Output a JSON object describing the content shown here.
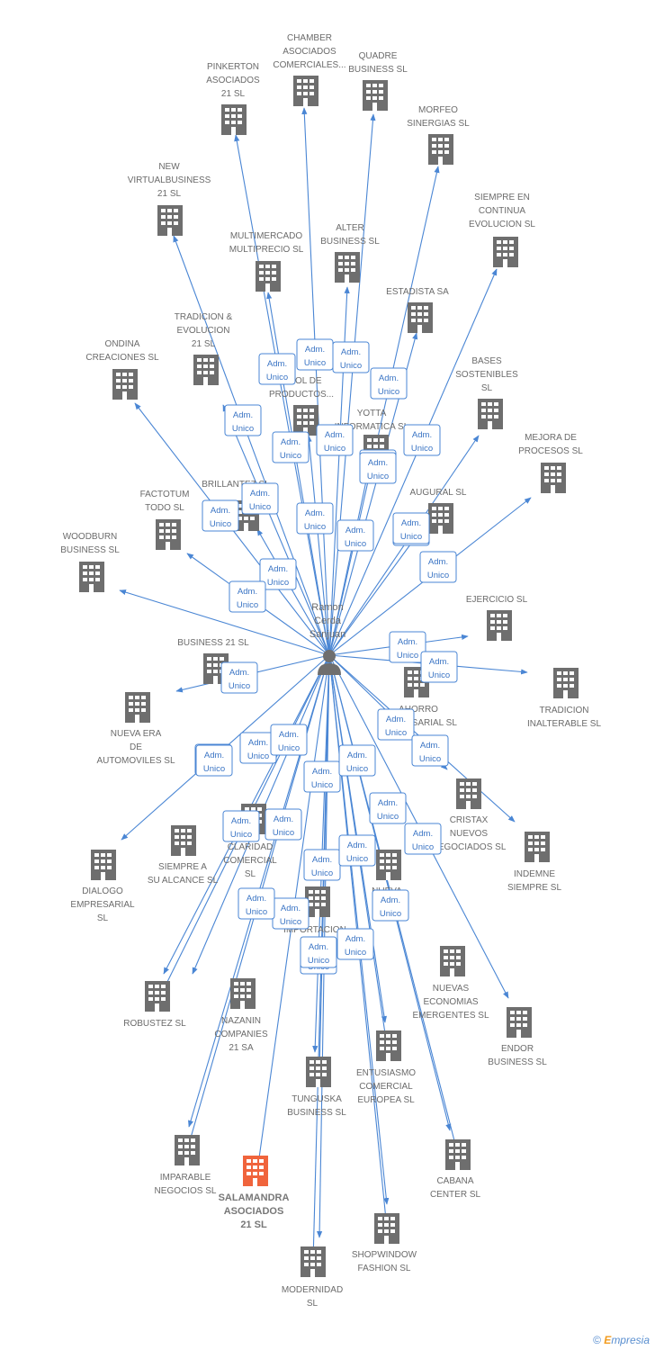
{
  "center": {
    "id": "person",
    "label": [
      "Ramon",
      "Cerda",
      "Sanjuan"
    ]
  },
  "badge": {
    "line1": "Adm.",
    "line2": "Unico"
  },
  "footer": {
    "copyright": "©",
    "brand_e": "E",
    "brand_rest": "mpresia"
  },
  "colors": {
    "edge": "#4a86d4",
    "building": "#6e6e6e",
    "highlight": "#f0643c"
  },
  "companies": [
    {
      "id": "c1",
      "label": [
        "PINKERTON",
        "ASOCIADOS",
        "21 SL"
      ]
    },
    {
      "id": "c2",
      "label": [
        "CHAMBER",
        "ASOCIADOS",
        "COMERCIALES..."
      ]
    },
    {
      "id": "c3",
      "label": [
        "QUADRE",
        "BUSINESS SL"
      ]
    },
    {
      "id": "c4",
      "label": [
        "MORFEO",
        "SINERGIAS SL"
      ]
    },
    {
      "id": "c5",
      "label": [
        "NEW",
        "VIRTUALBUSINESS",
        "21 SL"
      ]
    },
    {
      "id": "c6",
      "label": [
        "SIEMPRE EN",
        "CONTINUA",
        "EVOLUCION SL"
      ]
    },
    {
      "id": "c7",
      "label": [
        "MULTIMERCADO",
        "MULTIPRECIO SL"
      ]
    },
    {
      "id": "c8",
      "label": [
        "ALTER",
        "BUSINESS SL"
      ]
    },
    {
      "id": "c9",
      "label": [
        "ESTADISTA SA"
      ]
    },
    {
      "id": "c10",
      "label": [
        "TRADICION &",
        "EVOLUCION",
        "21 SL"
      ]
    },
    {
      "id": "c11",
      "label": [
        "ONDINA",
        "CREACIONES SL"
      ]
    },
    {
      "id": "c12",
      "label": [
        "...ÑOL DE",
        "PRODUCTOS..."
      ]
    },
    {
      "id": "c13",
      "label": [
        "BASES",
        "SOSTENIBLES",
        "SL"
      ]
    },
    {
      "id": "c14",
      "label": [
        "YOTTA",
        "INFORMATICA SL"
      ]
    },
    {
      "id": "c15",
      "label": [
        "MEJORA DE",
        "PROCESOS SL"
      ]
    },
    {
      "id": "c16",
      "label": [
        "BRILLANTEZ SL"
      ]
    },
    {
      "id": "c17",
      "label": [
        "FACTOTUM",
        "TODO SL"
      ]
    },
    {
      "id": "c18",
      "label": [
        "AUGURAL SL"
      ]
    },
    {
      "id": "c19",
      "label": [
        "WOODBURN",
        "BUSINESS SL"
      ]
    },
    {
      "id": "c20",
      "label": [
        "EJERCICIO SL"
      ]
    },
    {
      "id": "c21",
      "label": [
        "BUSINESS 21 SL"
      ]
    },
    {
      "id": "c22",
      "label": [
        "TRADICION",
        "INALTERABLE SL"
      ]
    },
    {
      "id": "c23",
      "label": [
        "AHORRO",
        "EMPRESARIAL SL"
      ]
    },
    {
      "id": "c24",
      "label": [
        "NUEVA ERA",
        "DE",
        "AUTOMOVILES SL"
      ]
    },
    {
      "id": "c25",
      "label": [
        "CRISTAX",
        "NUEVOS",
        "NEGOCIADOS SL"
      ]
    },
    {
      "id": "c26",
      "label": [
        "INDEMNE",
        "SIEMPRE SL"
      ]
    },
    {
      "id": "c27",
      "label": [
        "CLARIDAD",
        "COMERCIAL",
        "SL"
      ]
    },
    {
      "id": "c28",
      "label": [
        "SIEMPRE A",
        "SU ALCANCE SL"
      ]
    },
    {
      "id": "c29",
      "label": [
        "DIALOGO",
        "EMPRESARIAL",
        "SL"
      ]
    },
    {
      "id": "c30",
      "label": [
        "NUEVA",
        "C...",
        "PRO..."
      ]
    },
    {
      "id": "c31",
      "label": [
        "IMPORTACION",
        "DE",
        "PRO..."
      ]
    },
    {
      "id": "c32",
      "label": [
        "NUEVAS",
        "ECONOMIAS",
        "EMERGENTES SL"
      ]
    },
    {
      "id": "c33",
      "label": [
        "ROBUSTEZ SL"
      ]
    },
    {
      "id": "c34",
      "label": [
        "NAZANIN",
        "COMPANIES",
        "21 SA"
      ]
    },
    {
      "id": "c35",
      "label": [
        "ENDOR",
        "BUSINESS SL"
      ]
    },
    {
      "id": "c36",
      "label": [
        "ENTUSIASMO",
        "COMERCIAL",
        "EUROPEA SL"
      ]
    },
    {
      "id": "c37",
      "label": [
        "TUNGUSKA",
        "BUSINESS SL"
      ]
    },
    {
      "id": "c38",
      "label": [
        "CABANA",
        "CENTER SL"
      ]
    },
    {
      "id": "c39",
      "label": [
        "IMPARABLE",
        "NEGOCIOS SL"
      ]
    },
    {
      "id": "c40",
      "label": [
        "SALAMANDRA",
        "ASOCIADOS",
        "21 SL"
      ],
      "highlight": true
    },
    {
      "id": "c41",
      "label": [
        "SHOPWINDOW",
        "FASHION SL"
      ]
    },
    {
      "id": "c42",
      "label": [
        "MODERNIDAD",
        "SL"
      ]
    }
  ]
}
